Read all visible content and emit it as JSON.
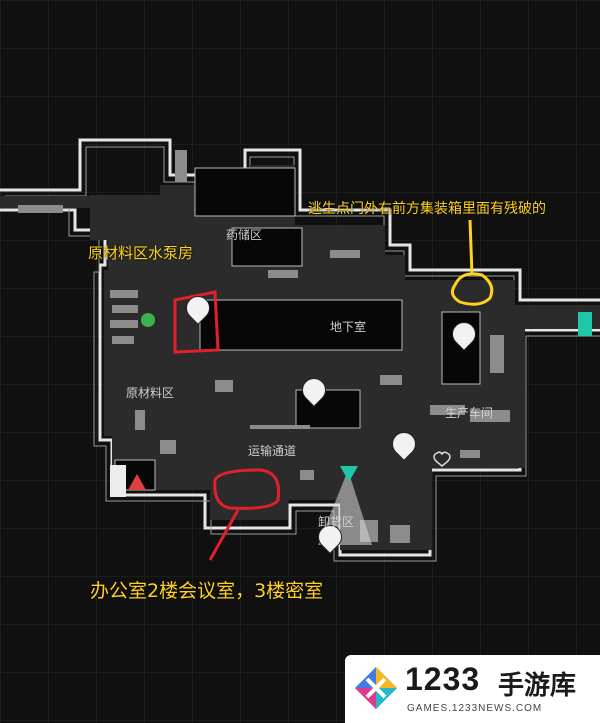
{
  "map": {
    "areas": {
      "pharmacy_storage": "药储区",
      "basement": "地下室",
      "raw_material_area": "原材料区",
      "production_workshop": "生产车间",
      "transport_corridor": "运输通道",
      "unloading_area": "卸货区"
    }
  },
  "annotations": {
    "extract_note": "逃生点门外右前方集装箱里面有残破的",
    "pump_room_note": "原材料区水泵房",
    "office_note": "办公室2楼会议室，3楼密室"
  },
  "colors": {
    "annotation": "#ffd21f",
    "circle": "#e0202a",
    "extract": "#1fc7a8",
    "danger": "#e04040",
    "biohazard": "#3db14a"
  },
  "icons": [
    "biohazard-icon",
    "pin-icon",
    "gun-icon",
    "key-icon",
    "danger-icon",
    "heart-icon",
    "exit-door-icon"
  ],
  "watermark": {
    "number": "1233",
    "name": "手游库",
    "url": "GAMES.1233NEWS.COM"
  }
}
